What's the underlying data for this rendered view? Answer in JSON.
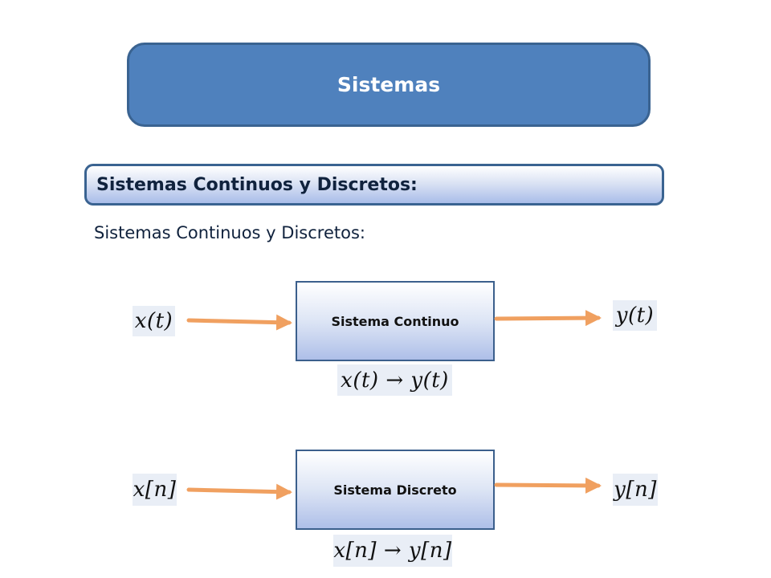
{
  "title": "Sistemas",
  "section_header": "Sistemas Continuos y Discretos:",
  "subtitle": "Sistemas Continuos y Discretos:",
  "continuous": {
    "block_label": "Sistema Continuo",
    "input": "x(t)",
    "output": "y(t)",
    "mapping": "x(t) → y(t)"
  },
  "discrete": {
    "block_label": "Sistema Discreto",
    "input": "x[n]",
    "output": "y[n]",
    "mapping": "x[n] → y[n]"
  },
  "colors": {
    "banner": "#4f81bd",
    "border": "#3a6391",
    "arrow": "#f0a060"
  }
}
